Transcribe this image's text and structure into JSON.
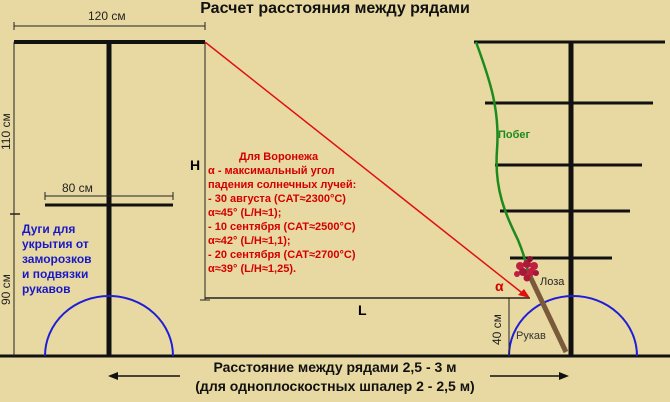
{
  "title": "Расчет расстояния между рядами",
  "dims": {
    "top_width": "120 см",
    "left_height_top": "110 см",
    "arc_width": "80 см",
    "left_height_bottom": "90 см",
    "right_height": "40 см",
    "h_label": "H",
    "l_label": "L",
    "alpha": "α"
  },
  "labels": {
    "shoot": "Побег",
    "vine": "Лоза",
    "sleeve": "Рукав"
  },
  "info": {
    "lines": [
      "Для Воронежа",
      "α - максимальный угол",
      "падения солнечных лучей:",
      "- 30 августа    (CAT≈2300°C)",
      "α≈45° (L/H≈1);",
      "- 10 сентября (CAT≈2500°C)",
      "α≈42° (L/H≈1,1);",
      "- 20 сентября (CAT≈2700°C)",
      "α≈39° (L/H≈1,25)."
    ]
  },
  "arcs_note": {
    "lines": [
      "Дуги для",
      "укрытия от",
      "заморозков",
      "и подвязки",
      "рукавов"
    ]
  },
  "bottom": {
    "line1": "Расстояние между рядами 2,5 - 3 м",
    "line2": "(для одноплоскостных шпалер 2 - 2,5 м)"
  },
  "colors": {
    "background": "#E8D9A2",
    "post": "#111111",
    "ray": "#E01010",
    "shoot": "#1E8A1E",
    "arc": "#1E1ED8",
    "sleeve": "#7A5A3A",
    "grapes": "#C02040"
  }
}
